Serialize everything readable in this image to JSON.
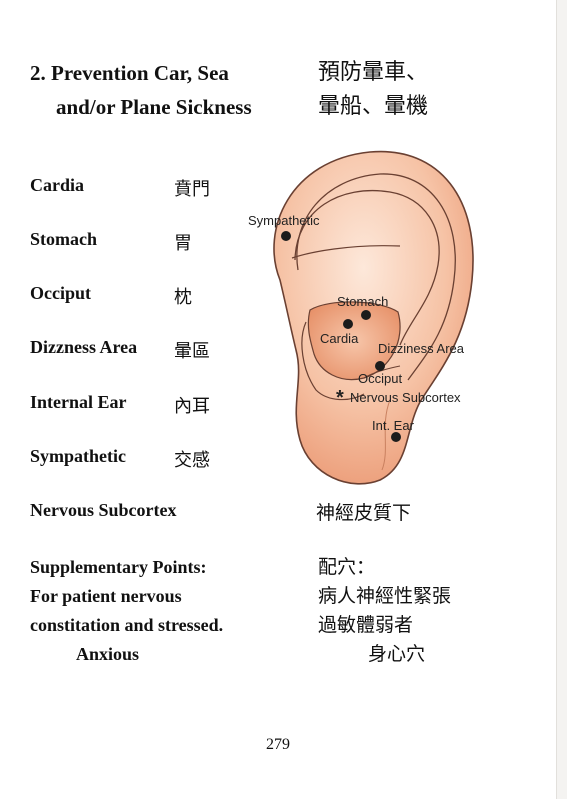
{
  "title": {
    "en_line1": "2. Prevention Car, Sea",
    "en_line2": "and/or Plane Sickness",
    "zh_line1": "預防暈車、",
    "zh_line2": "暈船、暈機"
  },
  "points": [
    {
      "en": "Cardia",
      "zh": "賁門"
    },
    {
      "en": "Stomach",
      "zh": "胃"
    },
    {
      "en": "Occiput",
      "zh": "枕"
    },
    {
      "en": "Dizzness Area",
      "zh": "暈區"
    },
    {
      "en": "Internal Ear",
      "zh": "內耳"
    },
    {
      "en": "Sympathetic",
      "zh": "交感"
    },
    {
      "en": "Nervous Subcortex",
      "zh": "神經皮質下"
    }
  ],
  "ear_labels": {
    "sympathetic": "Sympathetic",
    "stomach": "Stomach",
    "cardia": "Cardia",
    "dizziness": "Dizziness Area",
    "occiput": "Occiput",
    "subcortex": "Nervous Subcortex",
    "int_ear": "Int. Ear",
    "asterisk": "*"
  },
  "supplementary": {
    "en_heading": "Supplementary Points:",
    "en_line1": "For patient nervous",
    "en_line2": "constitation and stressed.",
    "en_line3": "Anxious",
    "zh_heading": "配穴：",
    "zh_line1": "病人神經性緊張",
    "zh_line2": "過敏體弱者",
    "zh_line3": "身心穴"
  },
  "page_number": "279",
  "colors": {
    "skin_light": "#fbe3d3",
    "skin_mid": "#f3b798",
    "skin_dark": "#e58e68",
    "outline": "#5a3a2e",
    "dot": "#1c1c1c"
  }
}
